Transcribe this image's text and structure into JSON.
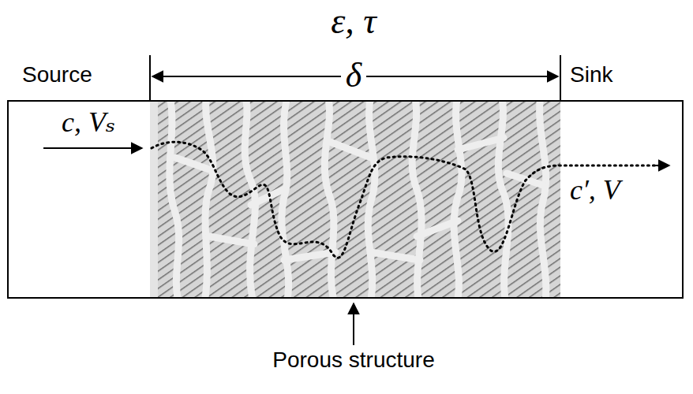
{
  "diagram": {
    "labels": [
      "ε, τ",
      "δ",
      "Source",
      "Sink",
      "c, Vₛ",
      "c′, V",
      "Porous structure"
    ]
  }
}
